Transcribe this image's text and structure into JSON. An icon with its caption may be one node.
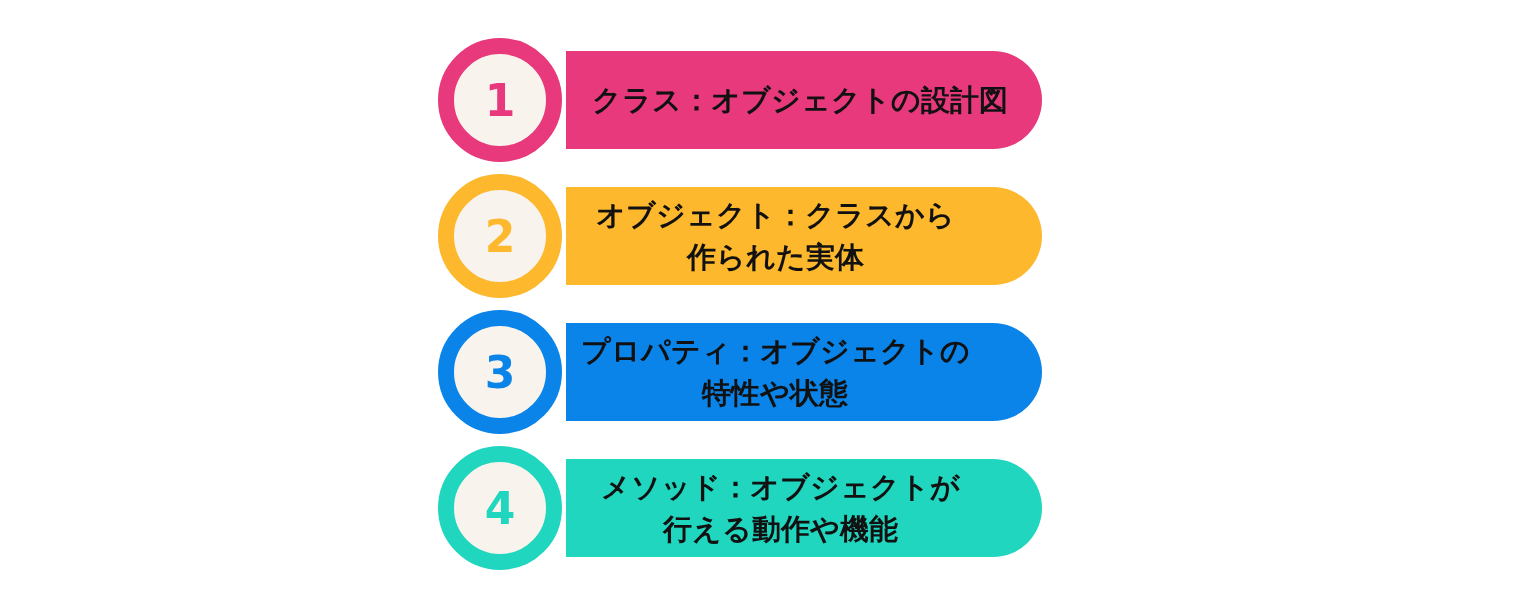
{
  "diagram": {
    "nodes": [
      {
        "text": [
          "1"
        ]
      },
      {
        "text": [
          "クラス：オブジェクトの設計図"
        ]
      },
      {
        "text": [
          "2"
        ]
      },
      {
        "text": [
          "オブジェクト：クラスから作られた実体"
        ]
      },
      {
        "text": [
          "3"
        ]
      },
      {
        "text": [
          "プロパティ：オブジェクトの特性や状態"
        ]
      },
      {
        "text": [
          "4"
        ]
      },
      {
        "text": [
          "メソッド：オブジェクトが行える動作や機能"
        ]
      }
    ]
  }
}
